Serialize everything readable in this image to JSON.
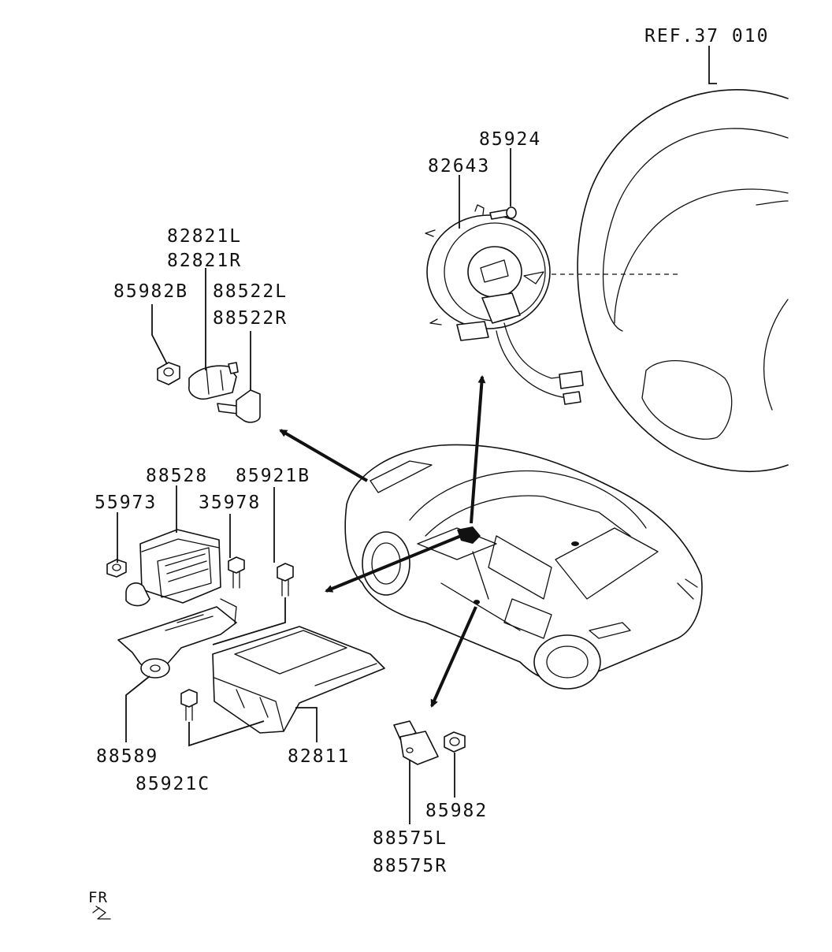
{
  "diagram": {
    "reference": "REF.37 010",
    "labels": {
      "p85924": "85924",
      "p82643": "82643",
      "p82821L": "82821L",
      "p82821R": "82821R",
      "p85982B": "85982B",
      "p88522L": "88522L",
      "p88522R": "88522R",
      "p88528": "88528",
      "p85921B": "85921B",
      "p55973": "55973",
      "p35978": "35978",
      "p88589": "88589",
      "p82811": "82811",
      "p85921C": "85921C",
      "p85982": "85982",
      "p88575L": "88575L",
      "p88575R": "88575R"
    },
    "front_marker": "FR"
  }
}
